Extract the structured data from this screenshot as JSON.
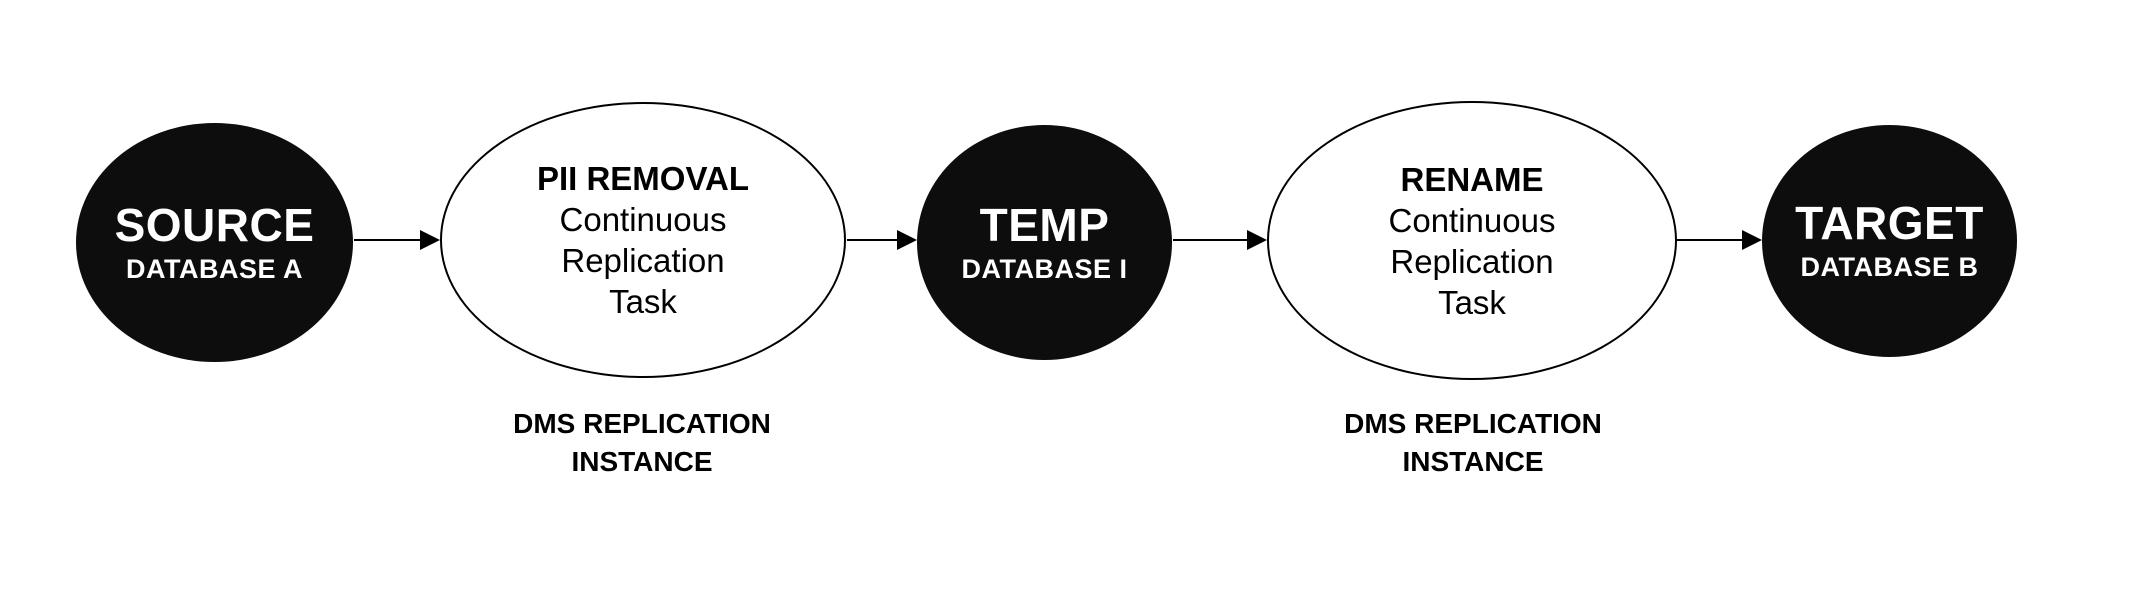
{
  "diagram": {
    "type": "flow-diagram",
    "subject": "Database migration with DMS continuous replication tasks",
    "colors": {
      "background": "#ffffff",
      "node_fill_dark": "#0d0d0d",
      "node_fill_light": "#ffffff",
      "stroke": "#000000",
      "text_on_dark": "#ffffff",
      "text_on_light": "#000000"
    },
    "nodes": [
      {
        "id": "source",
        "kind": "database",
        "style": "dark",
        "title": "SOURCE",
        "subtitle": "DATABASE A"
      },
      {
        "id": "pii-removal-task",
        "kind": "replication-task",
        "style": "light",
        "title": "PII REMOVAL",
        "lines": [
          "Continuous",
          "Replication",
          "Task"
        ],
        "caption_lines": [
          "DMS REPLICATION",
          "INSTANCE"
        ]
      },
      {
        "id": "temp",
        "kind": "database",
        "style": "dark",
        "title": "TEMP",
        "subtitle": "DATABASE I"
      },
      {
        "id": "rename-task",
        "kind": "replication-task",
        "style": "light",
        "title": "RENAME",
        "lines": [
          "Continuous",
          "Replication",
          "Task"
        ],
        "caption_lines": [
          "DMS REPLICATION",
          "INSTANCE"
        ]
      },
      {
        "id": "target",
        "kind": "database",
        "style": "dark",
        "title": "TARGET",
        "subtitle": "DATABASE B"
      }
    ],
    "connections": [
      {
        "from": "source",
        "to": "pii-removal-task",
        "arrow": "right"
      },
      {
        "from": "pii-removal-task",
        "to": "temp",
        "arrow": "right"
      },
      {
        "from": "temp",
        "to": "rename-task",
        "arrow": "right"
      },
      {
        "from": "rename-task",
        "to": "target",
        "arrow": "right"
      }
    ]
  }
}
